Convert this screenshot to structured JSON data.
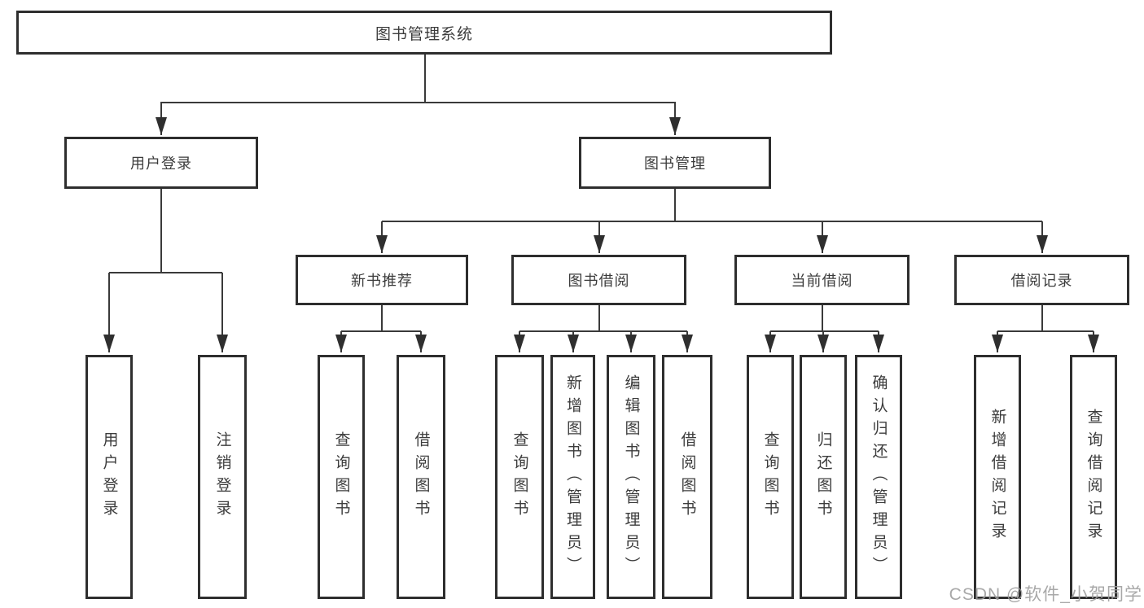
{
  "tree": {
    "label": "图书管理系统",
    "children": [
      {
        "label": "用户登录",
        "children": [
          {
            "label": "用户登录"
          },
          {
            "label": "注销登录"
          }
        ]
      },
      {
        "label": "图书管理",
        "children": [
          {
            "label": "新书推荐",
            "children": [
              {
                "label": "查询图书"
              },
              {
                "label": "借阅图书"
              }
            ]
          },
          {
            "label": "图书借阅",
            "children": [
              {
                "label": "查询图书"
              },
              {
                "label": "新增图书（管理员）"
              },
              {
                "label": "编辑图书（管理员）"
              },
              {
                "label": "借阅图书"
              }
            ]
          },
          {
            "label": "当前借阅",
            "children": [
              {
                "label": "查询图书"
              },
              {
                "label": "归还图书"
              },
              {
                "label": "确认归还（管理员）"
              }
            ]
          },
          {
            "label": "借阅记录",
            "children": [
              {
                "label": "新增借阅记录"
              },
              {
                "label": "查询借阅记录"
              }
            ]
          }
        ]
      }
    ]
  },
  "watermark": {
    "text": "CSDN @软件_小贺同学"
  },
  "colors": {
    "line": "#3a3a3a",
    "box_border": "#2e2e2e",
    "text": "#3c3c3c",
    "background": "#ffffff",
    "watermark": "#9e9e9e"
  }
}
